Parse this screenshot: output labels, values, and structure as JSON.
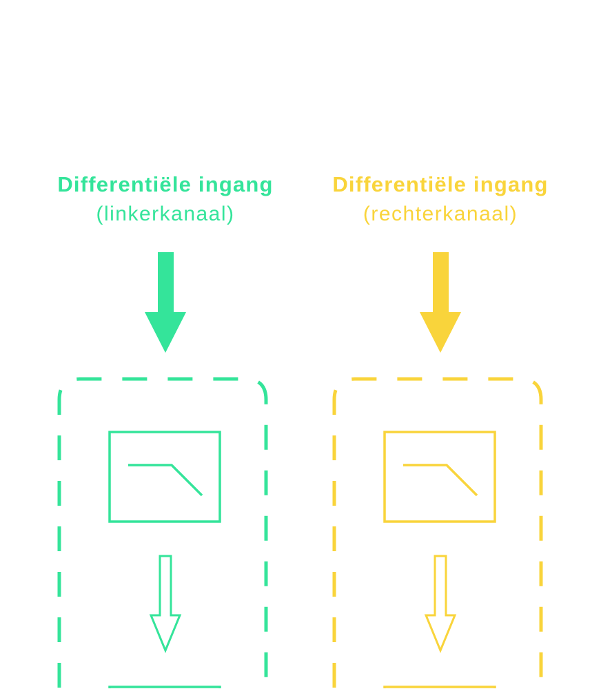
{
  "colors": {
    "left": "#34e49a",
    "right": "#f9d43b"
  },
  "channels": [
    {
      "title": "Differentiële ingang",
      "subtitle": "(linkerkanaal)"
    },
    {
      "title": "Differentiële ingang",
      "subtitle": "(rechterkanaal)"
    }
  ]
}
